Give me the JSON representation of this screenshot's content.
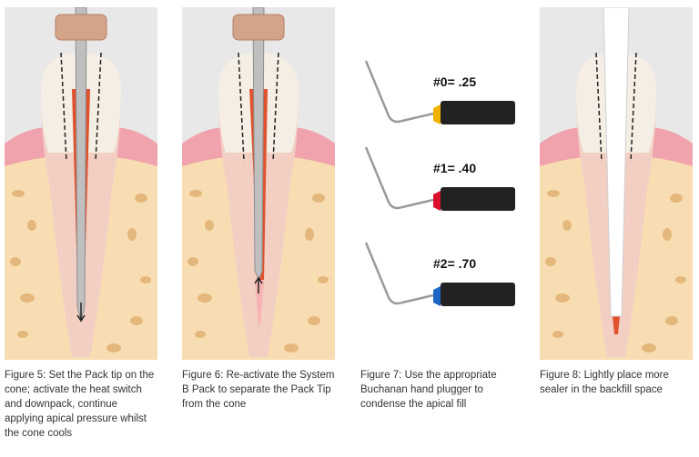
{
  "figures": [
    {
      "id": "fig5",
      "caption": "Figure 5: Set the Pack tip on the cone; activate the heat switch and downpack, continue applying apical pressure whilst the cone cools"
    },
    {
      "id": "fig6",
      "caption": "Figure 6: Re-activate the System B Pack to separate the Pack Tip from the cone"
    },
    {
      "id": "fig7",
      "caption": "Figure 7: Use the appropriate Buchanan hand plugger to condense the apical fill"
    },
    {
      "id": "fig8",
      "caption": "Figure 8: Lightly place more sealer in the backfill space"
    }
  ],
  "pluggers": [
    {
      "label": "#0= .25",
      "color": "#f0b400"
    },
    {
      "label": "#1= .40",
      "color": "#d8102a"
    },
    {
      "label": "#2= .70",
      "color": "#1c66c8"
    }
  ],
  "colors": {
    "bone": "#f8ddb3",
    "bone_hole": "#e4b87c",
    "gum": "#f0a3ad",
    "crown": "#f4eee4",
    "root": "#f3cfc3",
    "gutta": "#e0522e",
    "stopper": "#d3a48a",
    "instrument": "#bfbfbf",
    "backfill": "#ffffff"
  }
}
